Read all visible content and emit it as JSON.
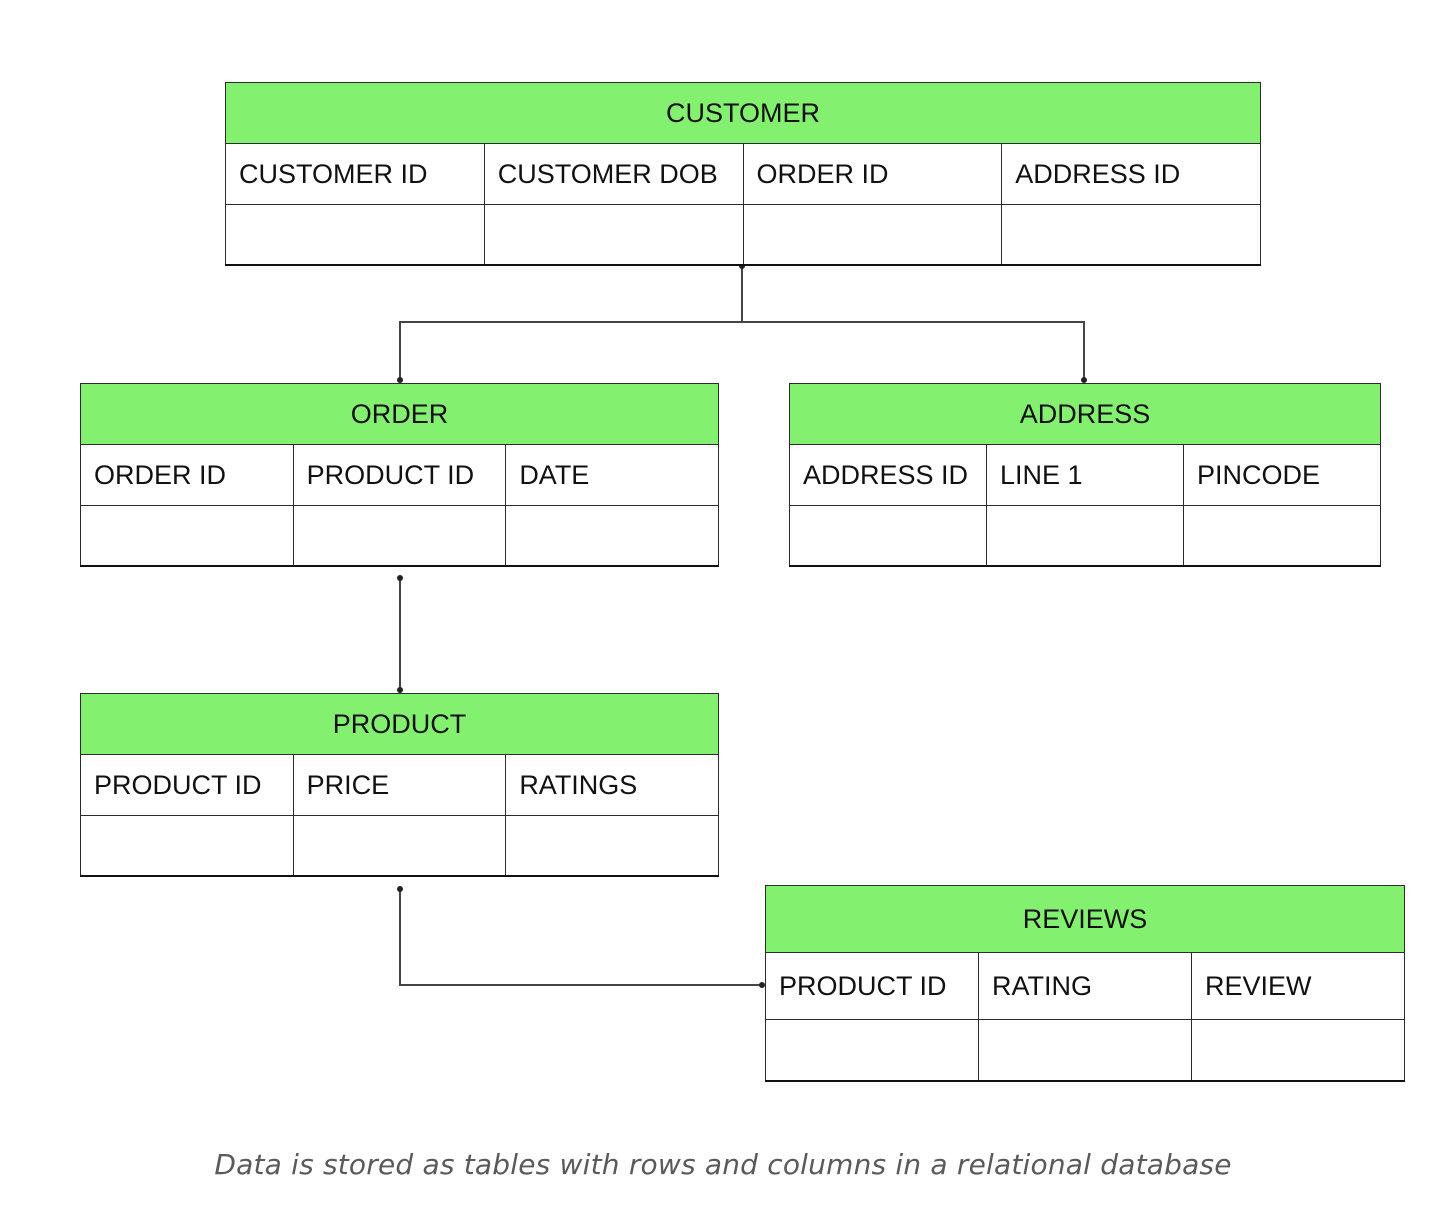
{
  "colors": {
    "header_fill": "#84f06f",
    "border": "#2b2b2b",
    "connector": "#444444",
    "caption_text": "#5a5a5a"
  },
  "tables": {
    "customer": {
      "title": "CUSTOMER",
      "columns": [
        "CUSTOMER ID",
        "CUSTOMER DOB",
        "ORDER ID",
        "ADDRESS ID"
      ]
    },
    "order": {
      "title": "ORDER",
      "columns": [
        "ORDER ID",
        "PRODUCT ID",
        "DATE"
      ]
    },
    "address": {
      "title": "ADDRESS",
      "columns": [
        "ADDRESS ID",
        "LINE 1",
        "PINCODE"
      ]
    },
    "product": {
      "title": "PRODUCT",
      "columns": [
        "PRODUCT ID",
        "PRICE",
        "RATINGS"
      ]
    },
    "reviews": {
      "title": "REVIEWS",
      "columns": [
        "PRODUCT ID",
        "RATING",
        "REVIEW"
      ]
    }
  },
  "relationships": [
    {
      "from": "CUSTOMER",
      "to": "ORDER"
    },
    {
      "from": "CUSTOMER",
      "to": "ADDRESS"
    },
    {
      "from": "ORDER",
      "to": "PRODUCT"
    },
    {
      "from": "PRODUCT",
      "to": "REVIEWS"
    }
  ],
  "caption": "Data is stored as tables with rows and columns in a relational database"
}
